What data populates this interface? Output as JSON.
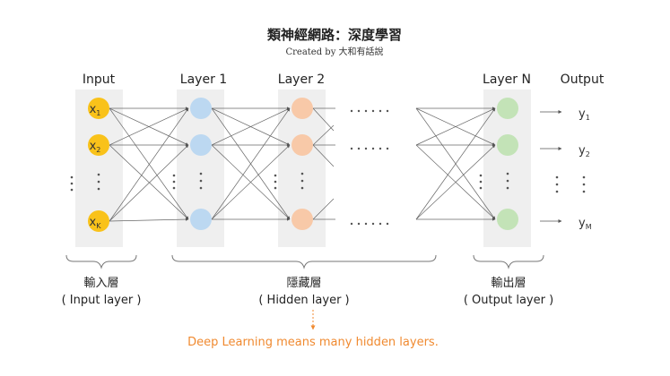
{
  "title": "類神經網路：深度學習",
  "credit": "Created by 大和有話說",
  "columns": {
    "input": "Input",
    "layer1": "Layer 1",
    "layer2": "Layer 2",
    "layerN": "Layer N",
    "output": "Output"
  },
  "inputs": {
    "n1": {
      "base": "x",
      "sub": "1"
    },
    "n2": {
      "base": "x",
      "sub": "2"
    },
    "n3": {
      "base": "x",
      "sub": "K"
    }
  },
  "outputs": {
    "o1": {
      "base": "y",
      "sub": "1"
    },
    "o2": {
      "base": "y",
      "sub": "2"
    },
    "o3": {
      "base": "y",
      "sub": "M"
    }
  },
  "groups": {
    "input": {
      "zh": "輸入層",
      "en": "( Input layer )"
    },
    "hidden": {
      "zh": "隱藏層",
      "en": "( Hidden layer )"
    },
    "output": {
      "zh": "輸出層",
      "en": "( Output layer )"
    }
  },
  "note": "Deep Learning means many hidden layers.",
  "colors": {
    "input_node": "#f9c21a",
    "layer1_node": "#bcd8f1",
    "layer2_node": "#f8c9a8",
    "output_node": "#c3e3b7",
    "column_bg": "#efefef",
    "note": "#f08a30",
    "edge": "#666666"
  }
}
